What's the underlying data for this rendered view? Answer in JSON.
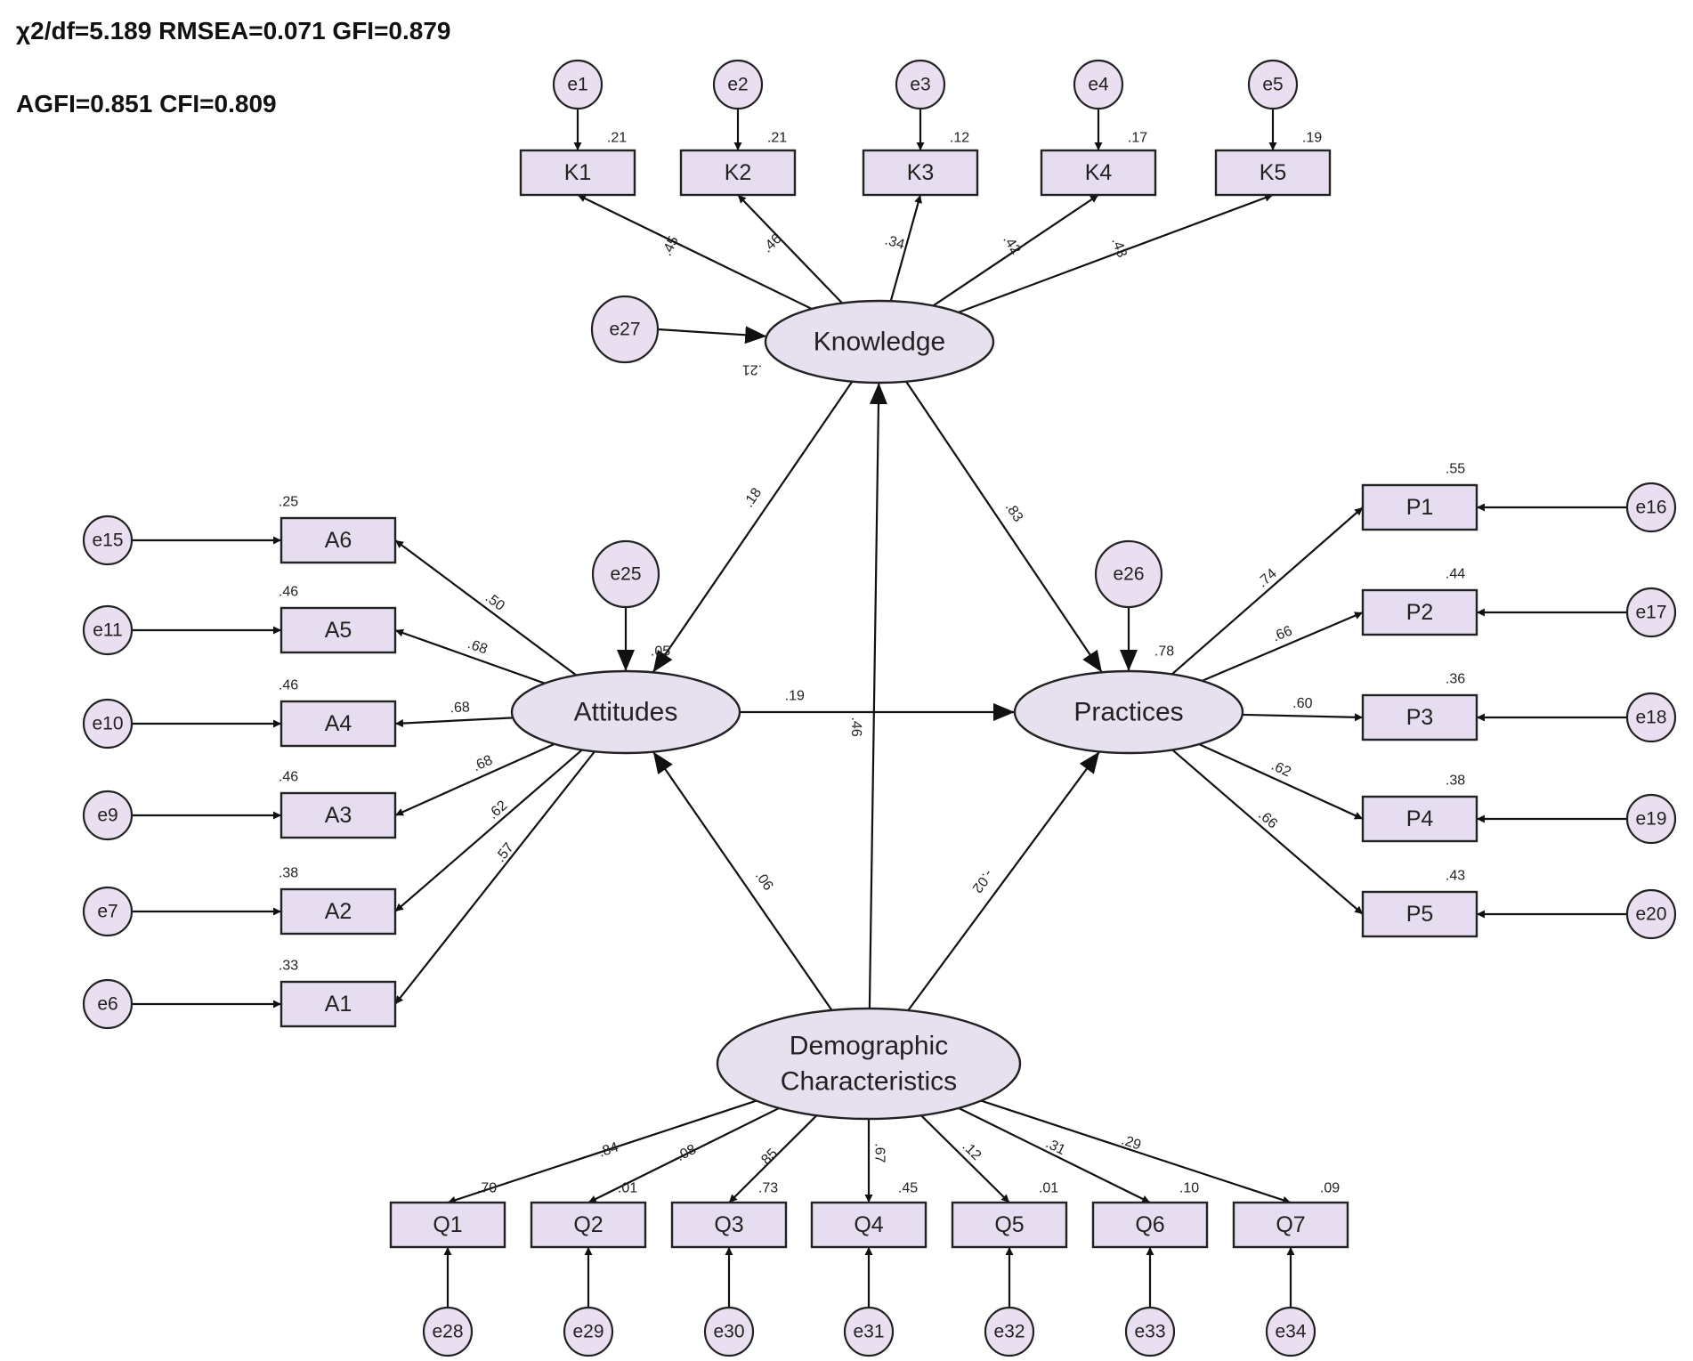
{
  "fit_indices": {
    "line1": "χ2/df=5.189   RMSEA=0.071    GFI=0.879",
    "line2": "AGFI=0.851   CFI=0.809"
  },
  "colors": {
    "node_fill": "#e6def0",
    "stroke": "#222222",
    "text": "#222222"
  },
  "latents": {
    "knowledge": "Knowledge",
    "attitudes": "Attitudes",
    "practices": "Practices",
    "demographic_line1": "Demographic",
    "demographic_line2": "Characteristics"
  },
  "knowledge_items": [
    {
      "label": "K1",
      "error": "e1",
      "loading": ".45",
      "r2": ".21"
    },
    {
      "label": "K2",
      "error": "e2",
      "loading": ".46",
      "r2": ".21"
    },
    {
      "label": "K3",
      "error": "e3",
      "loading": ".34",
      "r2": ".12"
    },
    {
      "label": "K4",
      "error": "e4",
      "loading": ".42",
      "r2": ".17"
    },
    {
      "label": "K5",
      "error": "e5",
      "loading": ".43",
      "r2": ".19"
    }
  ],
  "attitude_items": [
    {
      "label": "A6",
      "error": "e15",
      "loading": ".50",
      "r2": ".25"
    },
    {
      "label": "A5",
      "error": "e11",
      "loading": ".68",
      "r2": ".46"
    },
    {
      "label": "A4",
      "error": "e10",
      "loading": ".68",
      "r2": ".46"
    },
    {
      "label": "A3",
      "error": "e9",
      "loading": ".68",
      "r2": ".46"
    },
    {
      "label": "A2",
      "error": "e7",
      "loading": ".62",
      "r2": ".38"
    },
    {
      "label": "A1",
      "error": "e6",
      "loading": ".57",
      "r2": ".33"
    }
  ],
  "practice_items": [
    {
      "label": "P1",
      "error": "e16",
      "loading": ".74",
      "r2": ".55"
    },
    {
      "label": "P2",
      "error": "e17",
      "loading": ".66",
      "r2": ".44"
    },
    {
      "label": "P3",
      "error": "e18",
      "loading": ".60",
      "r2": ".36"
    },
    {
      "label": "P4",
      "error": "e19",
      "loading": ".62",
      "r2": ".38"
    },
    {
      "label": "P5",
      "error": "e20",
      "loading": ".66",
      "r2": ".43"
    }
  ],
  "demographic_items": [
    {
      "label": "Q1",
      "error": "e28",
      "loading": ".84",
      "r2": ".70"
    },
    {
      "label": "Q2",
      "error": "e29",
      "loading": "-.08",
      "r2": ".01"
    },
    {
      "label": "Q3",
      "error": "e30",
      "loading": ".85",
      "r2": ".73"
    },
    {
      "label": "Q4",
      "error": "e31",
      "loading": ".67",
      "r2": ".45"
    },
    {
      "label": "Q5",
      "error": "e32",
      "loading": ".12",
      "r2": ".01"
    },
    {
      "label": "Q6",
      "error": "e33",
      "loading": ".31",
      "r2": ".10"
    },
    {
      "label": "Q7",
      "error": "e34",
      "loading": ".29",
      "r2": ".09"
    }
  ],
  "disturbances": {
    "knowledge": {
      "error": "e27",
      "r2": ".21"
    },
    "attitudes": {
      "error": "e25",
      "r2": ".05"
    },
    "practices": {
      "error": "e26",
      "r2": ".78"
    }
  },
  "paths": {
    "knowledge_to_attitudes": ".18",
    "knowledge_to_practices": ".83",
    "attitudes_to_practices": ".19",
    "demographic_to_attitudes": ".06",
    "demographic_to_knowledge": ".46",
    "demographic_to_practices": "-.02"
  }
}
